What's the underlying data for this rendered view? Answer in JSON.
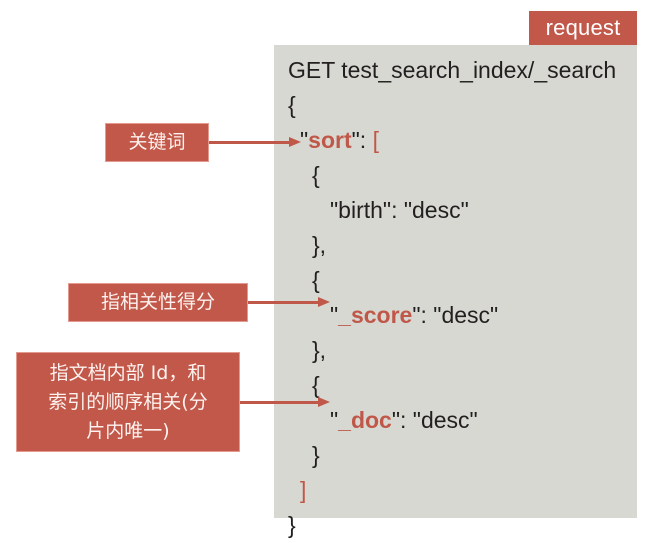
{
  "badge": {
    "label": "request"
  },
  "colors": {
    "accent": "#c1584a",
    "panel_bg": "#d7d8d2",
    "code_text": "#231f20",
    "badge_text": "#ffffff"
  },
  "code": {
    "lines": [
      {
        "indent": 0,
        "segments": [
          {
            "text": "GET test_search_index/_search",
            "style": "plain"
          }
        ]
      },
      {
        "indent": 0,
        "segments": [
          {
            "text": "{",
            "style": "plain"
          }
        ]
      },
      {
        "indent": 1,
        "segments": [
          {
            "text": "\"",
            "style": "punct-dark"
          },
          {
            "text": "sort",
            "style": "kw"
          },
          {
            "text": "\": ",
            "style": "punct-dark"
          },
          {
            "text": "[",
            "style": "punct-red"
          }
        ]
      },
      {
        "indent": 2,
        "segments": [
          {
            "text": "{",
            "style": "plain"
          }
        ]
      },
      {
        "indent": 3,
        "segments": [
          {
            "text": "\"birth\": \"desc\"",
            "style": "plain"
          }
        ]
      },
      {
        "indent": 2,
        "segments": [
          {
            "text": "},",
            "style": "plain"
          }
        ]
      },
      {
        "indent": 2,
        "segments": [
          {
            "text": "{",
            "style": "plain"
          }
        ]
      },
      {
        "indent": 3,
        "segments": [
          {
            "text": "\"",
            "style": "punct-dark"
          },
          {
            "text": "_score",
            "style": "kw"
          },
          {
            "text": "\": \"desc\"",
            "style": "punct-dark"
          }
        ]
      },
      {
        "indent": 2,
        "segments": [
          {
            "text": "},",
            "style": "plain"
          }
        ]
      },
      {
        "indent": 2,
        "segments": [
          {
            "text": "{",
            "style": "plain"
          }
        ]
      },
      {
        "indent": 3,
        "segments": [
          {
            "text": "\"",
            "style": "punct-dark"
          },
          {
            "text": "_doc",
            "style": "kw"
          },
          {
            "text": "\": \"desc\"",
            "style": "punct-dark"
          }
        ]
      },
      {
        "indent": 2,
        "segments": [
          {
            "text": "}",
            "style": "plain"
          }
        ]
      },
      {
        "indent": 1,
        "segments": [
          {
            "text": "]",
            "style": "punct-red"
          }
        ]
      },
      {
        "indent": 0,
        "segments": [
          {
            "text": "}",
            "style": "plain"
          }
        ]
      }
    ]
  },
  "annotations": {
    "keyword": {
      "text": "关键词"
    },
    "score": {
      "text": "指相关性得分"
    },
    "doc": {
      "line1": "指文档内部 Id，和",
      "line2": "索引的顺序相关(分",
      "line3": "片内唯一)"
    }
  }
}
